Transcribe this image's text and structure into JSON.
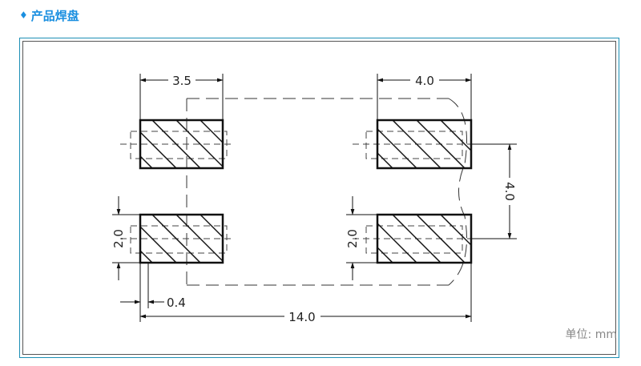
{
  "header": {
    "icon": "diamond-icon",
    "title": "产品焊盘"
  },
  "colors": {
    "accent": "#1a8fe0",
    "frame": "#1c8fb5",
    "line": "#111111",
    "unit": "#888888"
  },
  "dimensions": {
    "pad_width": "3.5",
    "pad_width_right": "4.0",
    "pad_pitch_vertical": "4.0",
    "pad_height_left": "2.0",
    "pad_height_right": "2.0",
    "pad_offset": "0.4",
    "total_length": "14.0"
  },
  "unit_label": "单位:  mm"
}
